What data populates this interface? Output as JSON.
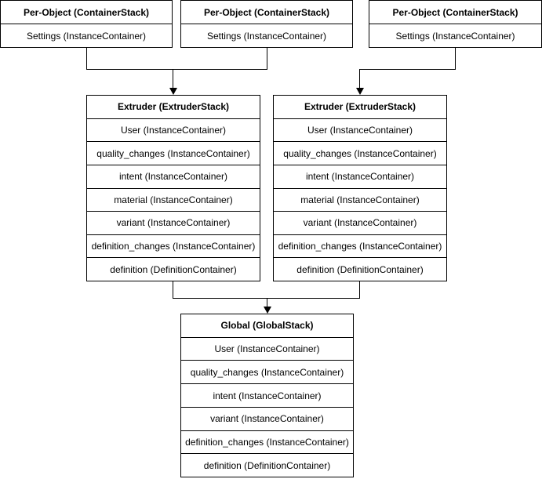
{
  "colors": {
    "line": "#000000",
    "background": "#ffffff",
    "text": "#000000"
  },
  "per_object_stacks": [
    {
      "title": "Per-Object (ContainerStack)",
      "rows": [
        "Settings (InstanceContainer)"
      ]
    },
    {
      "title": "Per-Object (ContainerStack)",
      "rows": [
        "Settings (InstanceContainer)"
      ]
    },
    {
      "title": "Per-Object (ContainerStack)",
      "rows": [
        "Settings (InstanceContainer)"
      ]
    }
  ],
  "extruder_stacks": [
    {
      "title": "Extruder (ExtruderStack)",
      "rows": [
        "User (InstanceContainer)",
        "quality_changes (InstanceContainer)",
        "intent (InstanceContainer)",
        "material (InstanceContainer)",
        "variant (InstanceContainer)",
        "definition_changes (InstanceContainer)",
        "definition (DefinitionContainer)"
      ]
    },
    {
      "title": "Extruder (ExtruderStack)",
      "rows": [
        "User (InstanceContainer)",
        "quality_changes (InstanceContainer)",
        "intent (InstanceContainer)",
        "material (InstanceContainer)",
        "variant (InstanceContainer)",
        "definition_changes (InstanceContainer)",
        "definition (DefinitionContainer)"
      ]
    }
  ],
  "global_stack": {
    "title": "Global (GlobalStack)",
    "rows": [
      "User (InstanceContainer)",
      "quality_changes (InstanceContainer)",
      "intent (InstanceContainer)",
      "variant (InstanceContainer)",
      "definition_changes (InstanceContainer)",
      "definition (DefinitionContainer)"
    ]
  }
}
